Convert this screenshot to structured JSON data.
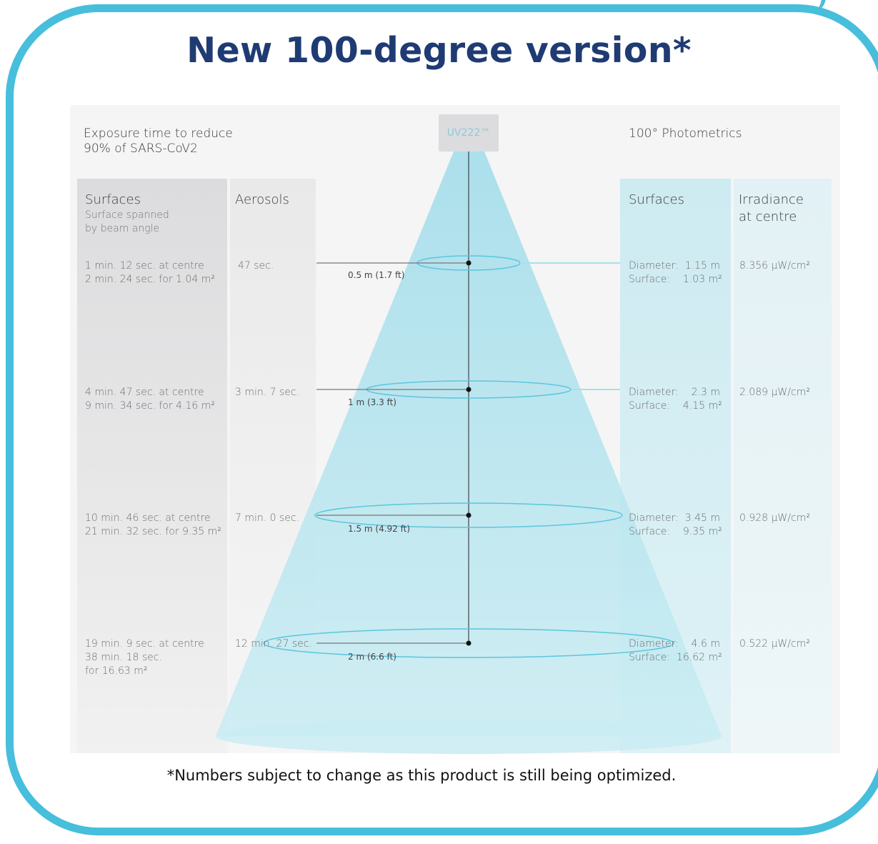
{
  "title": "New 100-degree version*",
  "lamp_label": "UV222™",
  "left_header": "Exposure time to reduce\n90% of SARS-CoV2",
  "right_header": "100° Photometrics",
  "columns": {
    "surfaces_left": {
      "title": "Surfaces",
      "subtitle": "Surface spanned\nby beam angle"
    },
    "aerosols": {
      "title": "Aerosols"
    },
    "surfaces_right": {
      "title": "Surfaces"
    },
    "irradiance": {
      "title": "Irradiance\nat centre"
    }
  },
  "rows": [
    {
      "distance": "0.5 m (1.7 ft)",
      "surface_time": "1 min. 12 sec. at centre\n2 min. 24 sec. for 1.04 m²",
      "aerosol_time": "47 sec.",
      "diameter": "Diameter:  1.15 m",
      "surface": "Surface:    1.03 m²",
      "irradiance": "8.356 µW/cm²"
    },
    {
      "distance": "1 m (3.3 ft)",
      "surface_time": "4 min. 47 sec. at centre\n9 min. 34 sec. for 4.16 m²",
      "aerosol_time": "3 min. 7 sec.",
      "diameter": "Diameter:    2.3 m",
      "surface": "Surface:    4.15 m²",
      "irradiance": "2.089 µW/cm²"
    },
    {
      "distance": "1.5 m (4.92 ft)",
      "surface_time": "10 min. 46 sec. at centre\n21 min. 32 sec. for 9.35 m²",
      "aerosol_time": "7 min. 0 sec.",
      "diameter": "Diameter:  3.45 m",
      "surface": "Surface:    9.35 m²",
      "irradiance": "0.928 µW/cm²"
    },
    {
      "distance": "2 m (6.6 ft)",
      "surface_time": "19 min. 9 sec. at centre\n38 min. 18 sec.\nfor 16.63 m²",
      "aerosol_time": "12 min. 27 sec.",
      "diameter": "Diameter:    4.6 m",
      "surface": "Surface:  16.62 m²",
      "irradiance": "0.522 µW/cm²"
    }
  ],
  "footnote": "*Numbers subject to change as this product is still being optimized.",
  "colors": {
    "frame": "#47bedc",
    "title": "#1f3b73",
    "beam": "#a9dfea"
  }
}
